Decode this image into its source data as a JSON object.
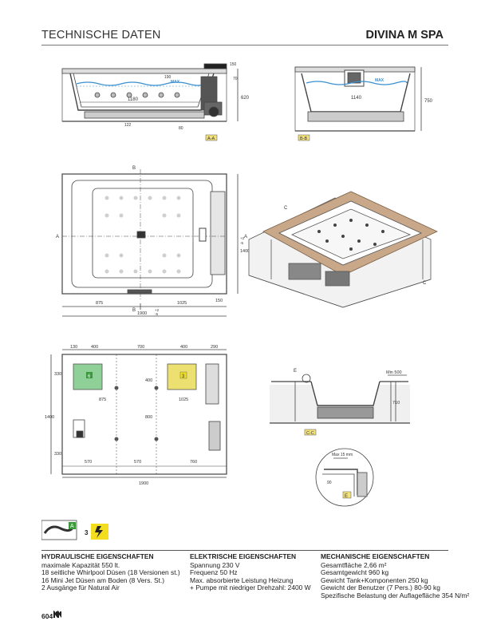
{
  "header": {
    "section_title": "TECHNISCHE DATEN",
    "product_name": "DIVINA M SPA"
  },
  "views": {
    "section_aa": {
      "tag": "A-A",
      "dims": [
        "1180",
        "190",
        "620",
        "150",
        "70",
        "MAX",
        "122",
        "80"
      ]
    },
    "section_bb": {
      "tag": "B-B",
      "dims": [
        "1140",
        "750",
        "MAX"
      ]
    },
    "plan": {
      "markers": [
        "B",
        "A",
        "A",
        "B"
      ],
      "dims": [
        "875",
        "1025",
        "150",
        "1900",
        "+2",
        "-5",
        "1400",
        "+2",
        "-5"
      ]
    },
    "install": {
      "top_dims": [
        "130",
        "400",
        "700",
        "400",
        "290"
      ],
      "side_dims": [
        "1400",
        "330",
        "400",
        "800",
        "330"
      ],
      "inner_dims": [
        "875",
        "1025",
        "570",
        "570",
        "760",
        "1900"
      ],
      "box_labels": [
        "6",
        "3"
      ]
    },
    "section_cc": {
      "tag": "C-C",
      "dims": [
        "Min 500",
        "710"
      ],
      "marker": "E"
    },
    "detail_e": {
      "tag": "E",
      "dims": [
        "Max 15 mm",
        "90"
      ]
    },
    "marker_c": "C"
  },
  "icons": {
    "badge_a": "A",
    "num_3": "3"
  },
  "specs": {
    "hydraulic": {
      "title": "HYDRAULISCHE EIGENSCHAFTEN",
      "lines": [
        "maximale Kapazität 550 lt.",
        "18 seitliche Whirlpool Düsen (18 Versionen st.)",
        "16 Mini Jet Düsen am Boden (8 Vers. St.)",
        "2 Ausgänge für Natural Air"
      ]
    },
    "electrical": {
      "title": "ELEKTRISCHE EIGENSCHAFTEN",
      "lines": [
        "Spannung 230 V",
        "Frequenz 50 Hz",
        "Max. absorbierte Leistung Heizung",
        "+ Pumpe mit niedriger Drehzahl: 2400 W"
      ]
    },
    "mechanical": {
      "title": "MECHANISCHE EIGENSCHAFTEN",
      "lines": [
        "Gesamtfläche 2,66 m²",
        "Gesamtgewicht 960 kg",
        "Gewicht Tank+Komponenten 250 kg",
        "Gewicht der Benutzer (7 Pers.) 80-90 kg",
        "Spezifische Belastung der Auflagefläche 354 N/m²"
      ]
    }
  },
  "footer": {
    "page_number": "604"
  },
  "colors": {
    "water": "#3a8fd0",
    "green_box": "#8fcf98",
    "yellow_box": "#ece070",
    "yellow_badge": "#f2dd1e",
    "green_badge": "#3a9a3a"
  }
}
